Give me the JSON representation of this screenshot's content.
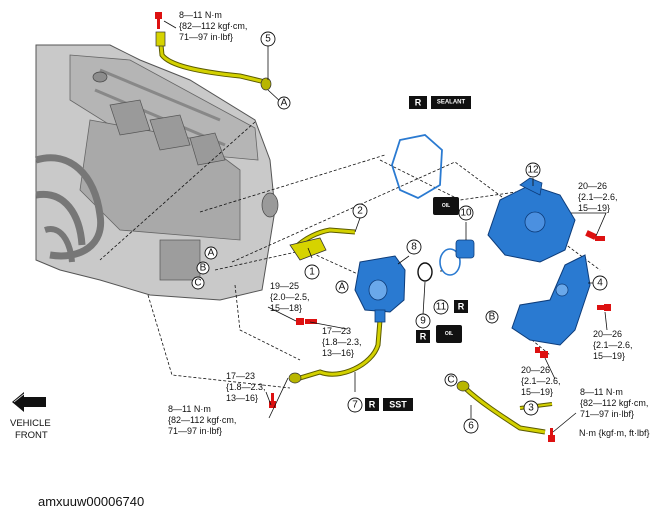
{
  "specs": {
    "top_bolt": [
      "8—11 N·m",
      "{82—112 kgf·cm,",
      "71—97 in·lbf}"
    ],
    "right_top": [
      "20—26",
      "{2.1—2.6,",
      "15—19}"
    ],
    "left_mid": [
      "19—25",
      "{2.0—2.5,",
      "15—18}"
    ],
    "center_mid": [
      "17—23",
      "{1.8—2.3,",
      "13—16}"
    ],
    "right_mid": [
      "20—26",
      "{2.1—2.6,",
      "15—19}"
    ],
    "lower_left": [
      "17—23",
      "{1.8—2.3,",
      "13—16}"
    ],
    "lower_center": [
      "20—26",
      "{2.1—2.6,",
      "15—19}"
    ],
    "lower_right": [
      "8—11 N·m",
      "{82—112 kgf·cm,",
      "71—97 in·lbf}"
    ],
    "bottom_left": [
      "8—11 N·m",
      "{82—112 kgf·cm,",
      "71—97 in·lbf}"
    ]
  },
  "units_note": "N·m {kgf·m, ft·lbf}",
  "vehicle_front": [
    "VEHICLE",
    "FRONT"
  ],
  "part_numbers": [
    "1",
    "2",
    "3",
    "4",
    "5",
    "6",
    "7",
    "8",
    "9",
    "10",
    "11",
    "12"
  ],
  "ref_letters": [
    "A",
    "A",
    "A",
    "B",
    "B",
    "C",
    "C"
  ],
  "tags": {
    "replace": "R",
    "sealant": "SEALANT",
    "sst": "SST",
    "oil": "OIL"
  },
  "figure_id": "amxuuw00006740"
}
